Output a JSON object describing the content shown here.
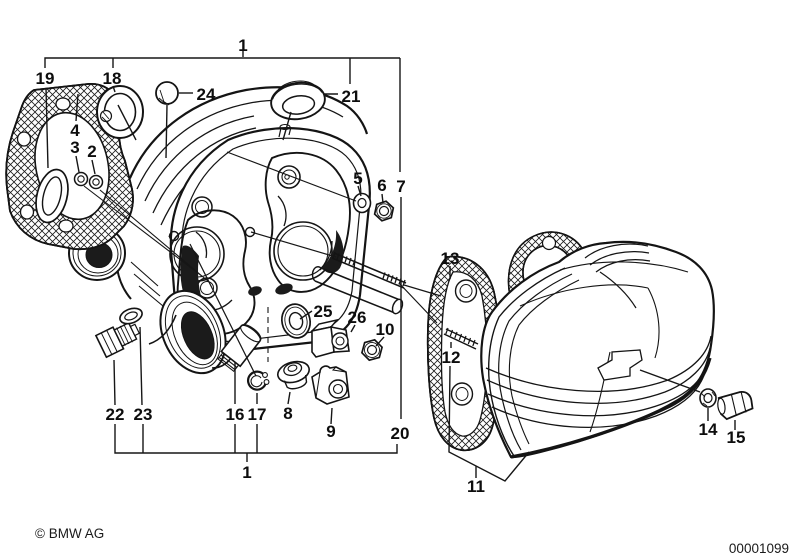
{
  "diagram": {
    "callouts": {
      "top_assembly": "1",
      "head_gasket": "19",
      "seal_ring": "18",
      "cap": "24",
      "screw_plug": "21",
      "sealing_ring": "4",
      "nut_small": "3",
      "washer_small": "2",
      "washer_5": "5",
      "nut_6": "6",
      "stud_7": "7",
      "cover_gasket": "13",
      "washer_25": "25",
      "block_upper": "26",
      "nut_10": "10",
      "tube_20": "20",
      "stud_12": "12",
      "plug_22": "22",
      "washer_23": "23",
      "tappet_16": "16",
      "circlip_17": "17",
      "seal_8": "8",
      "block_lower": "9",
      "bottom_assembly": "1",
      "cover_11": "11",
      "washer_14": "14",
      "cap_nut_15": "15"
    },
    "footer": {
      "copyright": "© BMW AG",
      "drawing_number": "00001099"
    },
    "colors": {
      "line": "#141414",
      "background": "#ffffff"
    }
  }
}
